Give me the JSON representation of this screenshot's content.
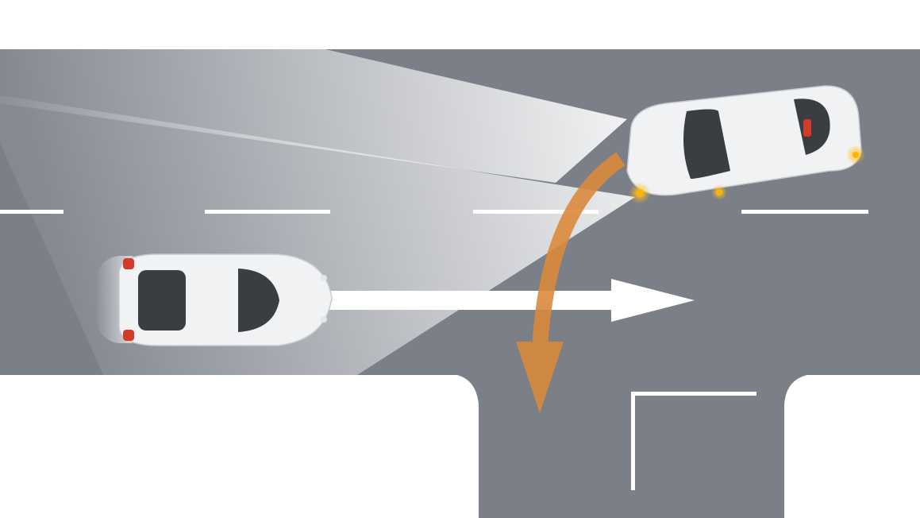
{
  "colors": {
    "background": "#ffffff",
    "road": "#7a7f88",
    "lane_marking": "#ffffff",
    "straight_path_arrow": "#ffffff",
    "turn_path_arrow": "#d98a3c",
    "car_body": "#f1f2f3",
    "car_glass": "#3a3d42",
    "indicator_light": "#ffb300",
    "tail_light": "#d23a2a",
    "sensor_beam": "#ffffff"
  },
  "scene": {
    "roads": [
      "main-road",
      "side-road-junction"
    ],
    "vehicles": [
      {
        "id": "oncoming-car",
        "motion": "straight",
        "indicators": "none"
      },
      {
        "id": "turning-car",
        "motion": "left-turn",
        "indicators": "on"
      }
    ],
    "arrows": [
      "straight-path-arrow",
      "turn-path-arrow"
    ],
    "sensor_beams": 2
  }
}
